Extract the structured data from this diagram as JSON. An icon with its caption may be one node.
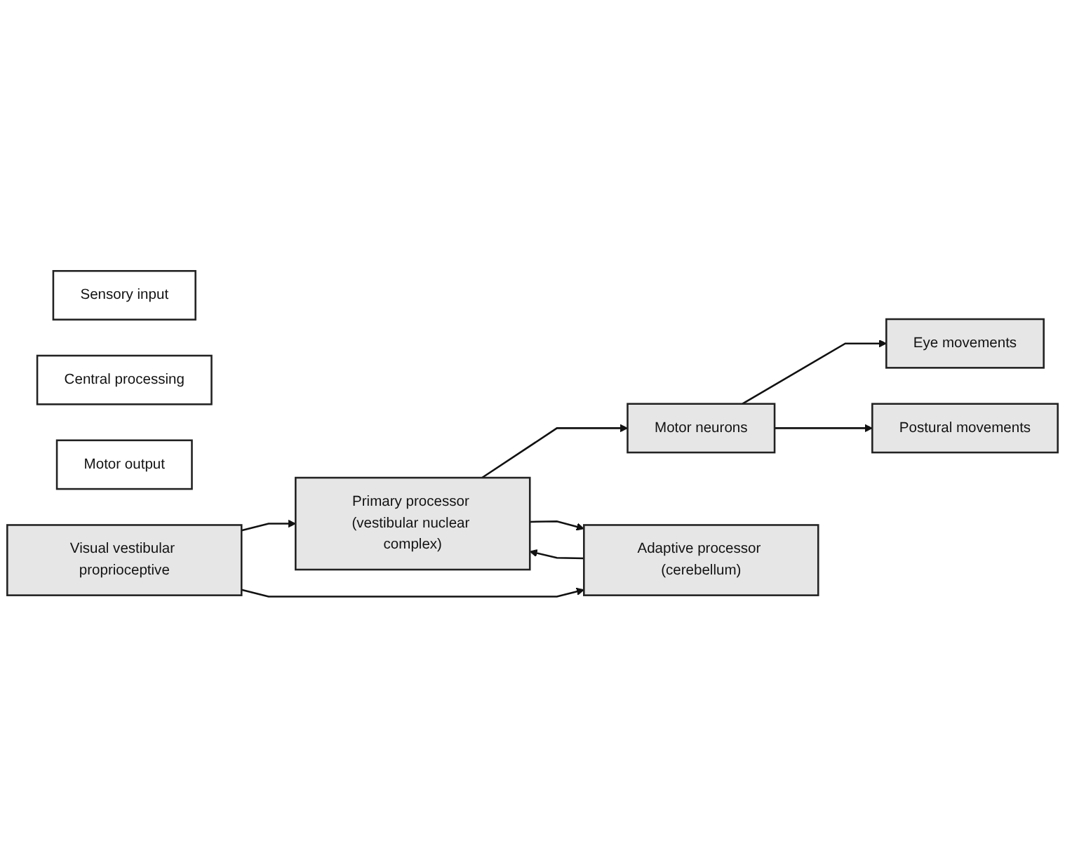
{
  "diagram": {
    "nodes": [
      {
        "text": [
          "Sensory input"
        ]
      },
      {
        "text": [
          "Central processing"
        ]
      },
      {
        "text": [
          "Motor output"
        ]
      },
      {
        "text": [
          "Visual vestibular proprioceptive"
        ]
      },
      {
        "text": [
          "Primary processor (vestibular nuclear complex)"
        ]
      },
      {
        "text": [
          "Motor neurons"
        ]
      },
      {
        "text": [
          "Adaptive processor (cerebellum)"
        ]
      },
      {
        "text": [
          "Eye movements"
        ]
      },
      {
        "text": [
          "Postural movements"
        ]
      }
    ],
    "edges": [
      {
        "from": 3,
        "to": 4,
        "arrow": "to"
      },
      {
        "from": 3,
        "to": 6,
        "arrow": "to"
      },
      {
        "from": 6,
        "to": 4,
        "arrow": "to"
      },
      {
        "from": 4,
        "to": 5,
        "arrow": "to"
      },
      {
        "from": 4,
        "to": 6,
        "arrow": "to"
      },
      {
        "from": 5,
        "to": 7,
        "arrow": "to"
      },
      {
        "from": 5,
        "to": 8,
        "arrow": "to"
      }
    ]
  }
}
